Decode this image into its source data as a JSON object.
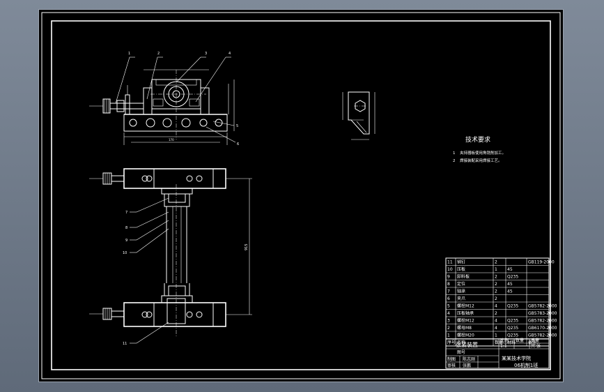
{
  "tech_requirements": {
    "heading": "技术要求",
    "items": [
      {
        "no": "1",
        "text": "夹持器板使用角铣削加工。"
      },
      {
        "no": "2",
        "text": "焊接装配采用焊接工艺。"
      }
    ]
  },
  "parts_list": {
    "header": {
      "no": "序号",
      "name": "名称",
      "qty": "数量",
      "material": "材料",
      "note": "备注"
    },
    "rows": [
      {
        "no": "11",
        "name": "销钉",
        "qty": "2",
        "material": "",
        "note": "GB119-2000"
      },
      {
        "no": "10",
        "name": "压板",
        "qty": "1",
        "material": "45",
        "note": ""
      },
      {
        "no": "9",
        "name": "卸料板",
        "qty": "2",
        "material": "Q235",
        "note": ""
      },
      {
        "no": "8",
        "name": "定位",
        "qty": "2",
        "material": "45",
        "note": ""
      },
      {
        "no": "7",
        "name": "轴承",
        "qty": "2",
        "material": "45",
        "note": ""
      },
      {
        "no": "6",
        "name": "夹爪",
        "qty": "2",
        "material": "",
        "note": ""
      },
      {
        "no": "5",
        "name": "螺栓M12",
        "qty": "4",
        "material": "Q235",
        "note": "GB5782-2000"
      },
      {
        "no": "4",
        "name": "压板轴承",
        "qty": "2",
        "material": "",
        "note": "GB5783-2000"
      },
      {
        "no": "3",
        "name": "螺栓M12",
        "qty": "4",
        "material": "Q235",
        "note": "GB5782-2000"
      },
      {
        "no": "2",
        "name": "螺母M8",
        "qty": "4",
        "material": "Q235",
        "note": "GB6170-2000"
      },
      {
        "no": "1",
        "name": "螺栓M20",
        "qty": "1",
        "material": "Q235",
        "note": "GB5782-2000"
      }
    ]
  },
  "title_block": {
    "assembly_name": "张紧装置",
    "scale_label": "比例",
    "scale_value": "1:1",
    "qty_label": "数量",
    "weight_label": "重量",
    "sheet_label": "共 张",
    "drawing_no": "图号",
    "designer_label": "制图",
    "checker_label": "审核",
    "designer_name": "陈志刚",
    "checker_name": "张鹏",
    "school": "某某技术学院",
    "class": "06机制1班"
  },
  "leader_numbers": [
    "1",
    "2",
    "3",
    "4",
    "5",
    "6",
    "7",
    "8",
    "9",
    "10",
    "11"
  ],
  "dimensions": {
    "center_distance": "915",
    "overall_width": "170"
  },
  "colors": {
    "background": "#5f6a79",
    "sheet": "#000000",
    "lines": "#ffffff"
  }
}
